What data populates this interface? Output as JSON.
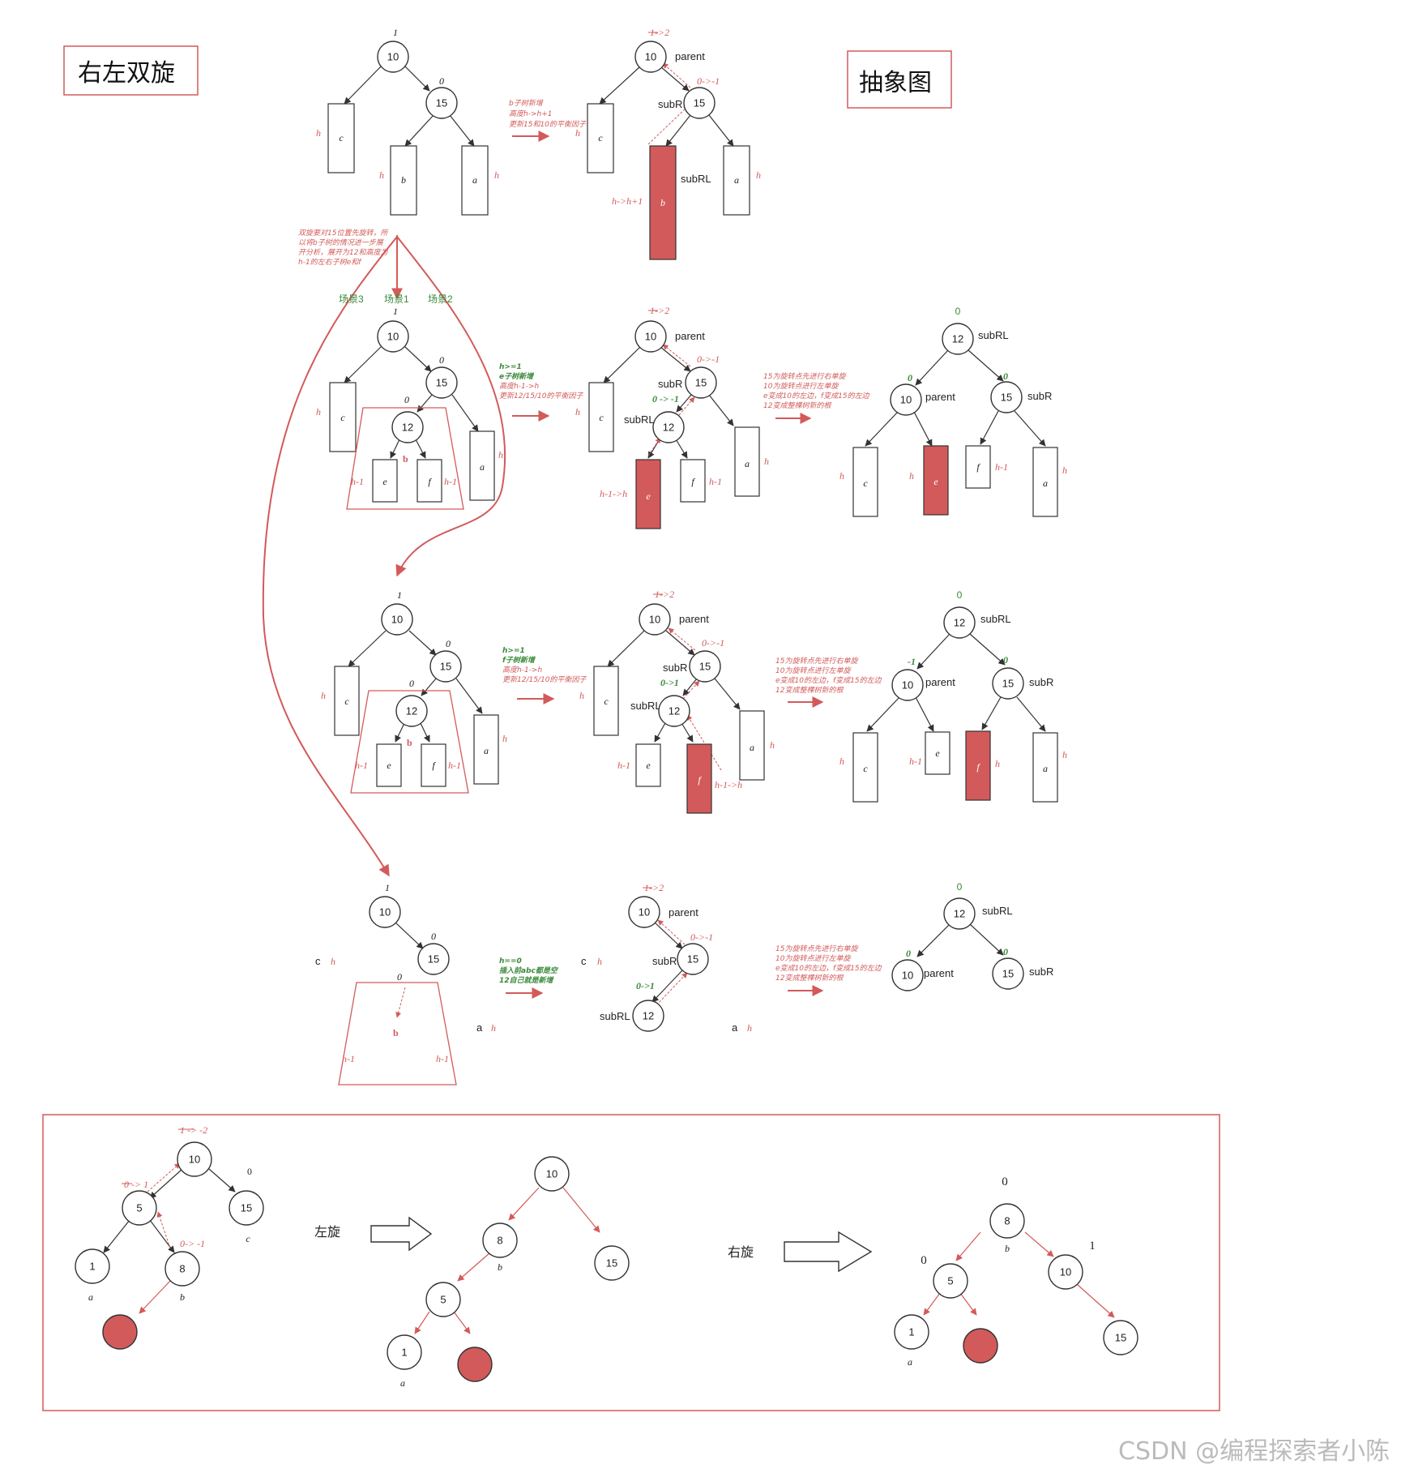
{
  "titles": {
    "main": "右左双旋",
    "abstract": "抽象图"
  },
  "watermark": "CSDN @编程探索者小陈",
  "labels": {
    "parent": "parent",
    "subR": "subR",
    "subRL": "subRL",
    "h": "h",
    "h_minus_1": "h-1",
    "b": "b",
    "bf_1": "1",
    "bf_0": "0",
    "bf_1_2": "1->2",
    "bf_0_m1": "0->-1",
    "bf_0_m1_s": "0 -> -1",
    "bf_0_1": "0->1",
    "bf_m1": "-1",
    "h_to_h1": "h->h+1",
    "h1_to_h": "h-1->h"
  },
  "leaves": {
    "a": "a",
    "b": "b",
    "c": "c",
    "e": "e",
    "f": "f"
  },
  "nodes": {
    "n10": "10",
    "n15": "15",
    "n12": "12",
    "n8": "8",
    "n5": "5",
    "n1": "1"
  },
  "scenes": {
    "s3": "场景3",
    "s1": "场景1",
    "s2": "场景2"
  },
  "notes": {
    "n1": [
      "b子树新增",
      "高度h->h+1",
      "更新15和10的平衡因子"
    ],
    "split": [
      "双旋要对15位置先旋转，所",
      "以将b子树的情况进一步展",
      "开分析，展开为12和高度为",
      "h-1的左右子树e和f"
    ],
    "e_new": [
      "h>=1",
      "e子树新增",
      "高度h-1->h",
      "更新12/15/10的平衡因子"
    ],
    "f_new": [
      "h>=1",
      "f子树新增",
      "高度h-1->h",
      "更新12/15/10的平衡因子"
    ],
    "h0": [
      "h==0",
      "插入前abc都是空",
      "12自己就是新增"
    ],
    "rot": [
      "15为旋转点先进行右单旋",
      "10为旋转点进行左单旋",
      "e变成10的左边，f变成15的左边",
      "12变成整棵树新的根"
    ]
  },
  "bottom": {
    "left_rotate": "左旋",
    "right_rotate": "右旋",
    "bf_root": "1 -> -2",
    "bf_5": "0 -> 1",
    "bf_8": "0-> -1",
    "zero": "0",
    "one": "1",
    "a": "a",
    "b": "b",
    "c": "c"
  },
  "colors": {
    "accent": "#d35a5a",
    "green": "#3a8a3a",
    "new_node": "#d35a5a"
  }
}
